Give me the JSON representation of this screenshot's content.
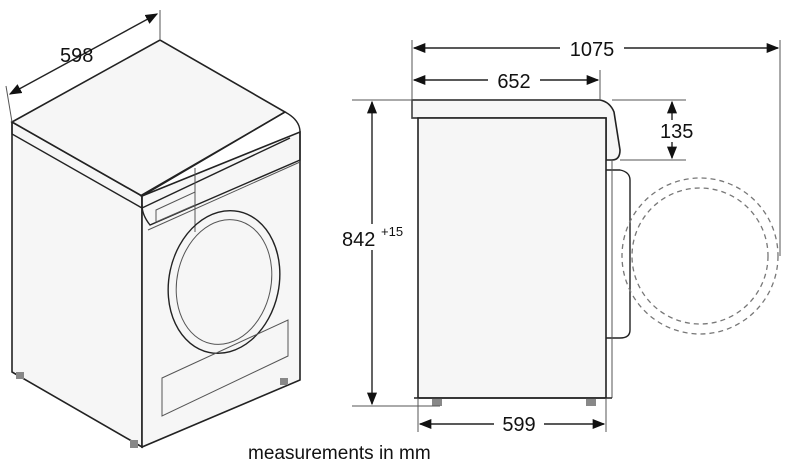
{
  "dimensions": {
    "width_top": "598",
    "total_depth": "1075",
    "body_depth": "652",
    "top_height": "135",
    "height": "842",
    "height_tolerance": "+15",
    "base_depth": "599"
  },
  "caption": "measurements in mm",
  "icons": {
    "perspective_view": "dryer-perspective-drawing",
    "side_view": "dryer-side-view-drawing",
    "door_swing": "door-swing-dashed-circle"
  }
}
